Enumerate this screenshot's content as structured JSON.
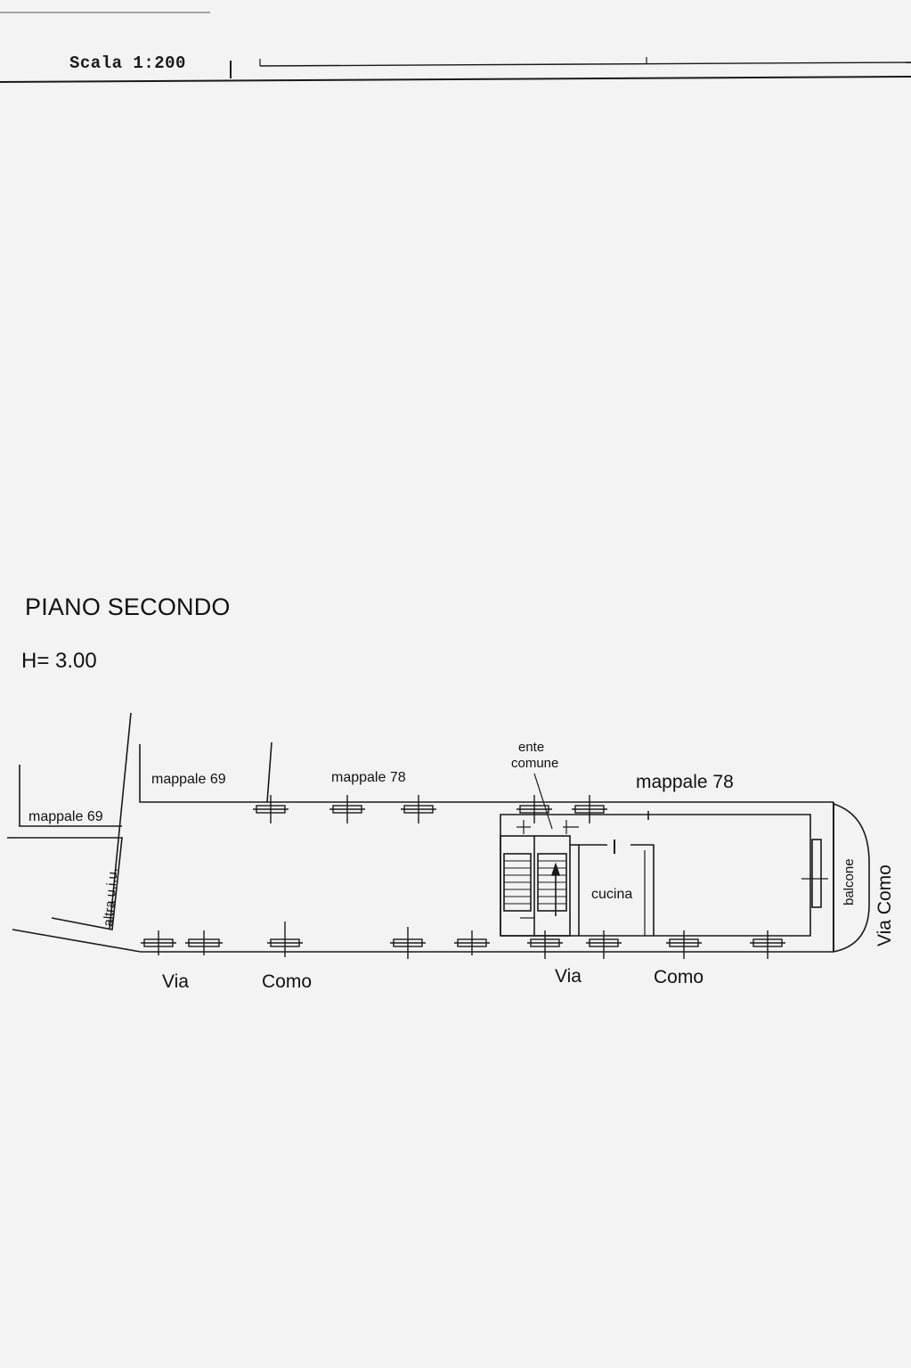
{
  "header": {
    "scale": "Scala 1:200"
  },
  "plan": {
    "title": "PIANO SECONDO",
    "height": "H= 3.00"
  },
  "labels": {
    "mappale69_left": "mappale 69",
    "mappale69_top": "mappale 69",
    "mappale78_mid": "mappale  78",
    "mappale78_right": "mappale 78",
    "ente": "ente",
    "comune": "comune",
    "cucina": "cucina",
    "balcone": "balcone",
    "altra_uiu": "altra u.i.u.",
    "via_left": "Via",
    "como_left": "Como",
    "via_right": "Via",
    "como_right": "Como",
    "via_como_vertical": "Via  Como"
  },
  "colors": {
    "paper": "#f3f3f4",
    "ink": "#111111"
  }
}
